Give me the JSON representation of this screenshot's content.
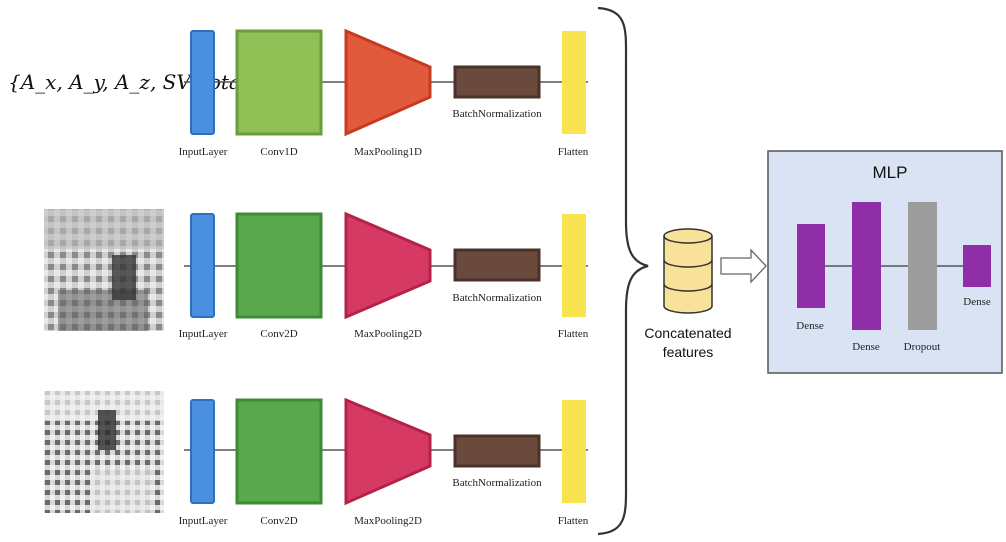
{
  "input_expression": "{A_x, A_y, A_z, SV_total}",
  "rows": [
    {
      "layers": {
        "input": "InputLayer",
        "conv": "Conv1D",
        "pool": "MaxPooling1D",
        "norm": "BatchNormalization",
        "flatten": "Flatten"
      },
      "colors": {
        "input": "#4a8fe0",
        "conv": "#8fbf55",
        "pool": "#e25a3c",
        "norm": "#6b4a3e",
        "flatten": "#f7e44f"
      }
    },
    {
      "layers": {
        "input": "InputLayer",
        "conv": "Conv2D",
        "pool": "MaxPooling2D",
        "norm": "BatchNormalization",
        "flatten": "Flatten"
      },
      "colors": {
        "input": "#4a8fe0",
        "conv": "#5aa84e",
        "pool": "#d63a64",
        "norm": "#6b4a3e",
        "flatten": "#f7e44f"
      }
    },
    {
      "layers": {
        "input": "InputLayer",
        "conv": "Conv2D",
        "pool": "MaxPooling2D",
        "norm": "BatchNormalization",
        "flatten": "Flatten"
      },
      "colors": {
        "input": "#4a8fe0",
        "conv": "#5aa84e",
        "pool": "#d63a64",
        "norm": "#6b4a3e",
        "flatten": "#f7e44f"
      }
    }
  ],
  "concat_label_line1": "Concatenated",
  "concat_label_line2": "features",
  "concat_color": "#f8e29a",
  "mlp": {
    "title": "MLP",
    "bg": "#d9e3f3",
    "layers": [
      {
        "label": "Dense",
        "color": "#8f2fa8"
      },
      {
        "label": "Dense",
        "color": "#8f2fa8"
      },
      {
        "label": "Dropout",
        "color": "#9c9c9c"
      },
      {
        "label": "Dense",
        "color": "#8f2fa8"
      }
    ]
  }
}
